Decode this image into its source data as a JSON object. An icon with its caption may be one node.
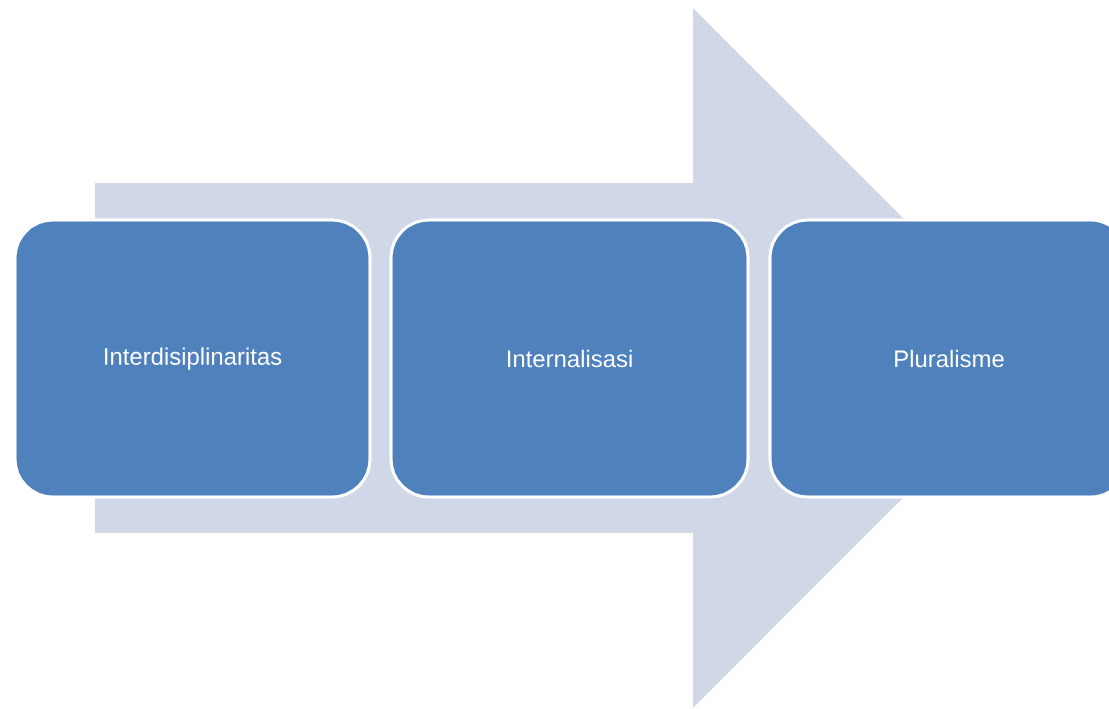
{
  "diagram": {
    "nodes": [
      {
        "text": [
          "Interdisiplinaritas"
        ]
      },
      {
        "text": [
          "Internalisasi"
        ]
      },
      {
        "text": [
          "Pluralisme"
        ]
      }
    ],
    "edges": [
      {
        "from": 0,
        "to": 2,
        "arrow": "to"
      }
    ]
  }
}
